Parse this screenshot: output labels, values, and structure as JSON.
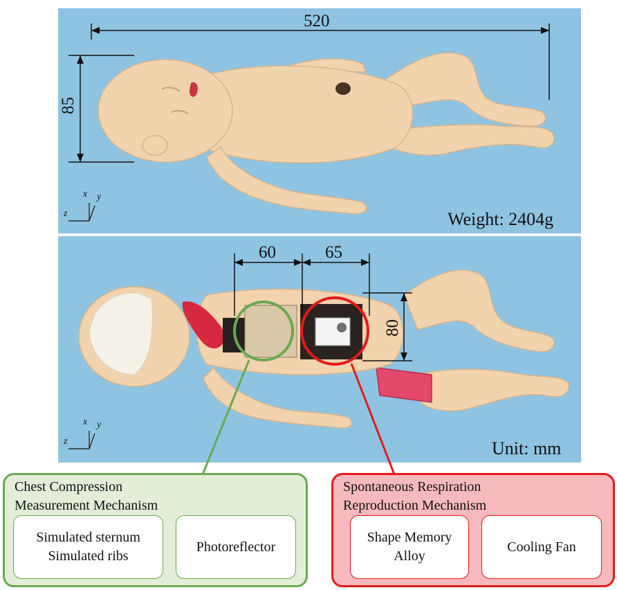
{
  "top_panel": {
    "dimension_length": "520",
    "dimension_head": "85",
    "weight_label": "Weight: 2404g",
    "axes": {
      "x": "x",
      "y": "y",
      "z": "z"
    }
  },
  "bottom_panel": {
    "dimension_left": "60",
    "dimension_right": "65",
    "dimension_height": "80",
    "unit_label": "Unit: mm",
    "axes": {
      "x": "x",
      "y": "y",
      "z": "z"
    }
  },
  "chest_box": {
    "title": "Chest Compression\nMeasurement Mechanism",
    "items": [
      "Simulated sternum\nSimulated ribs",
      "Photoreflector"
    ],
    "color": "#6aa84f",
    "fill": "#e2eed8"
  },
  "respiration_box": {
    "title": "Spontaneous Respiration\nReproduction Mechanism",
    "items": [
      "Shape Memory\nAlloy",
      "Cooling Fan"
    ],
    "color": "#e41a1a",
    "fill": "#f6b9bd"
  }
}
